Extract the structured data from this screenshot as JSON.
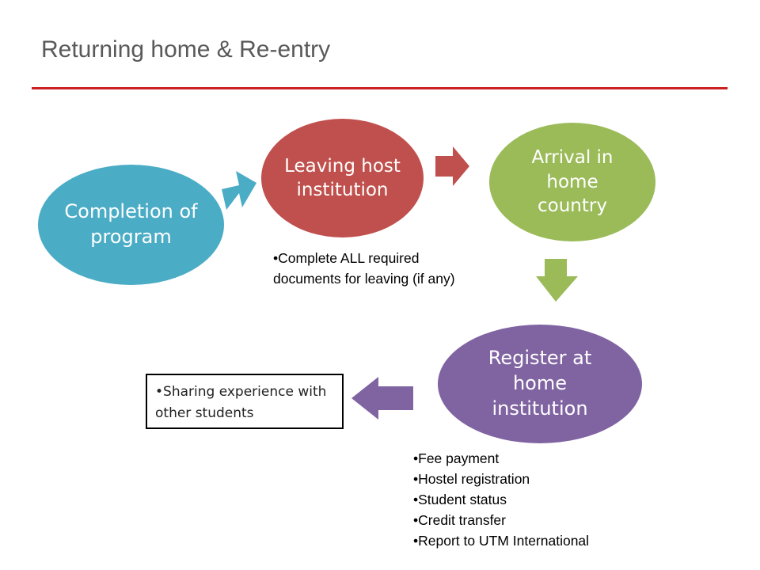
{
  "title": "Returning home & Re-entry",
  "colors": {
    "rule": "#cc1f1f",
    "completion": "#4bacc6",
    "leaving": "#c0504d",
    "arrival": "#9bbb59",
    "register": "#8064a2"
  },
  "nodes": {
    "completion": "Completion of program",
    "leaving": "Leaving host institution",
    "arrival": "Arrival in home country",
    "register": "Register at home institution"
  },
  "notes": {
    "leaving": "•Complete ALL required documents for leaving (if any)",
    "register": [
      "•Fee payment",
      "•Hostel registration",
      "•Student status",
      "•Credit transfer",
      "•Report to UTM International"
    ],
    "sharing": "•Sharing experience with other students"
  }
}
